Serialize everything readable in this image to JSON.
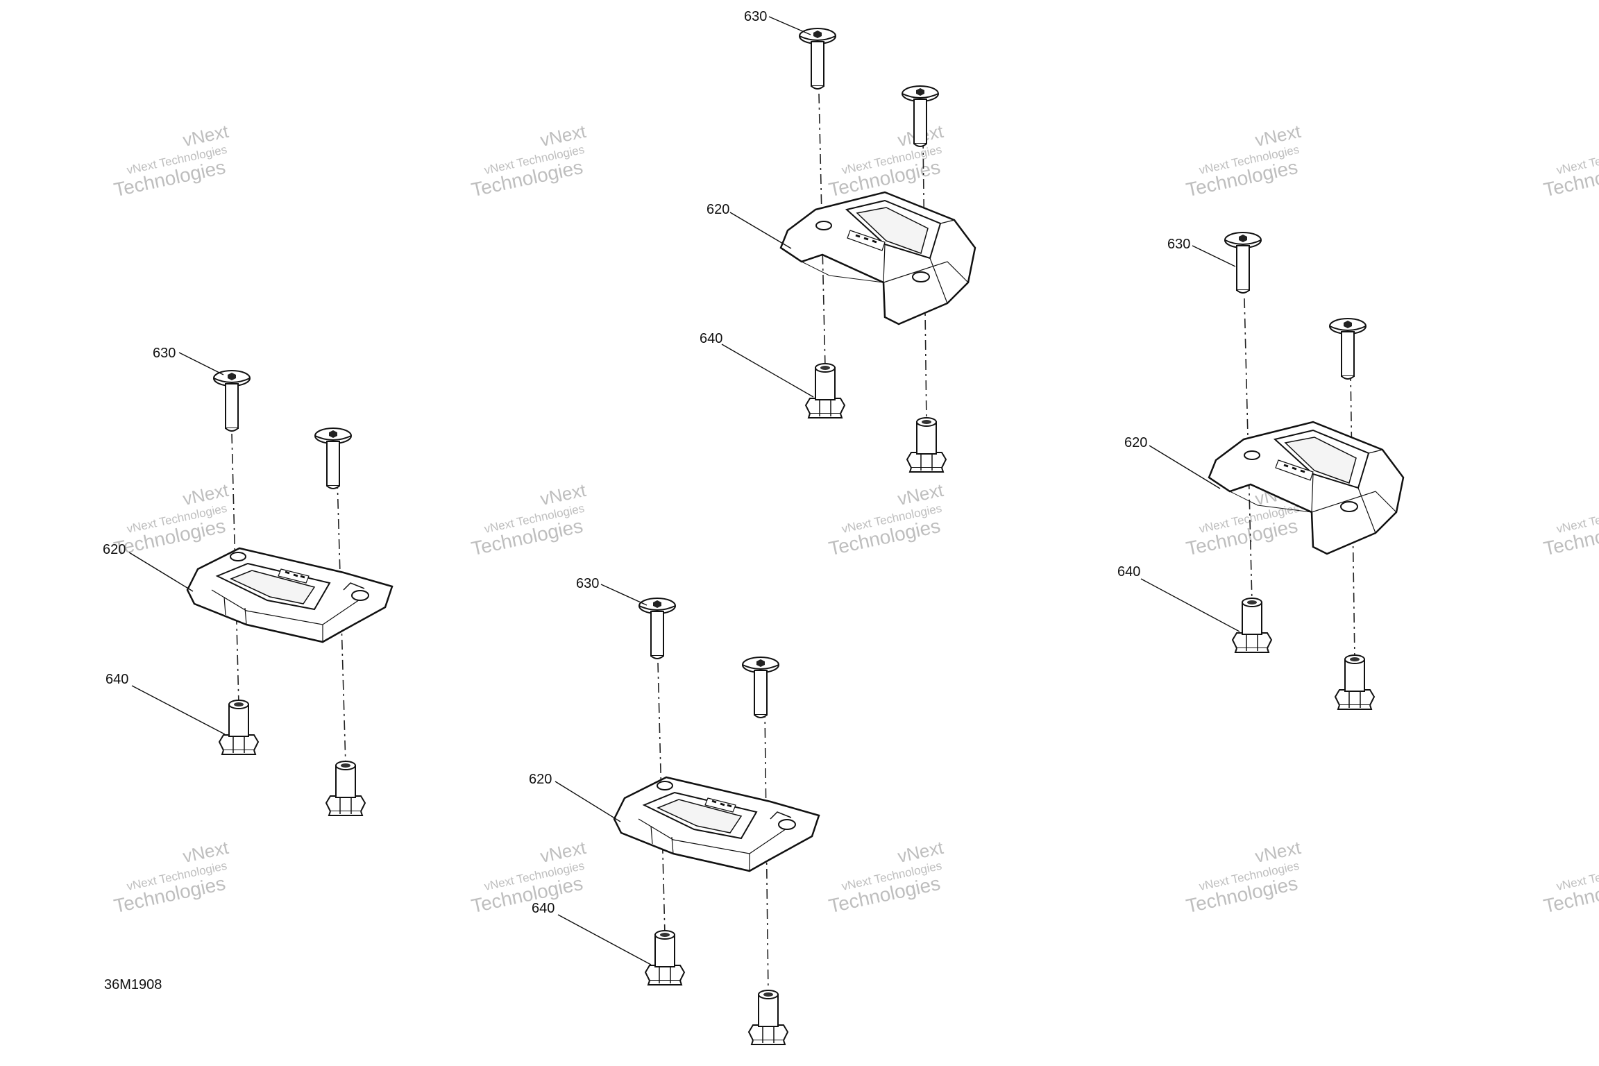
{
  "drawing_number": "36M1908",
  "watermark": {
    "line1": "vNext",
    "line2": "vNext Technologies",
    "line3": "Technologies"
  },
  "assemblies": [
    {
      "id": "left",
      "variant": "flat",
      "callouts": [
        {
          "part": "630",
          "label": "630"
        },
        {
          "part": "620",
          "label": "620"
        },
        {
          "part": "640",
          "label": "640"
        }
      ]
    },
    {
      "id": "top-center",
      "variant": "tall",
      "callouts": [
        {
          "part": "630",
          "label": "630"
        },
        {
          "part": "620",
          "label": "620"
        },
        {
          "part": "640",
          "label": "640"
        }
      ]
    },
    {
      "id": "bottom-center",
      "variant": "flat",
      "callouts": [
        {
          "part": "630",
          "label": "630"
        },
        {
          "part": "620",
          "label": "620"
        },
        {
          "part": "640",
          "label": "640"
        }
      ]
    },
    {
      "id": "right",
      "variant": "tall",
      "callouts": [
        {
          "part": "630",
          "label": "630"
        },
        {
          "part": "620",
          "label": "620"
        },
        {
          "part": "640",
          "label": "640"
        }
      ]
    }
  ]
}
